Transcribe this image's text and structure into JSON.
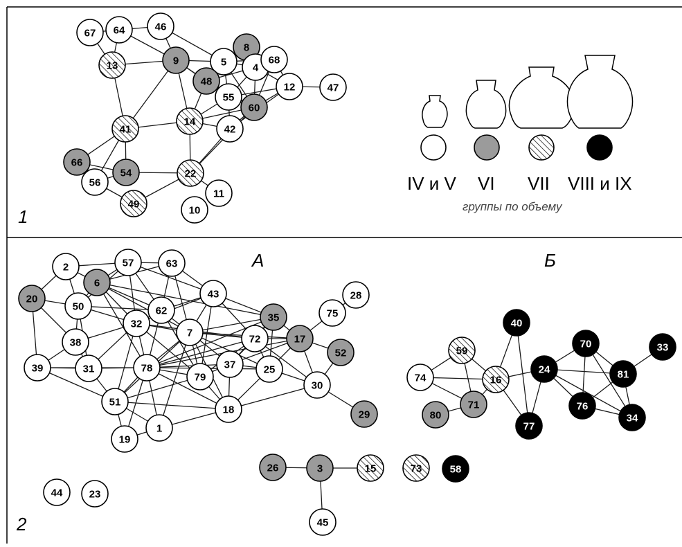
{
  "colors": {
    "white": "#ffffff",
    "gray": "#9b9b9b",
    "black": "#000000",
    "hatch": "#ffffff",
    "stroke": "#000000",
    "edge": "#1a1a1a"
  },
  "panel1": {
    "number": "1",
    "nodes": [
      {
        "id": "67",
        "type": "white"
      },
      {
        "id": "64",
        "type": "white"
      },
      {
        "id": "46",
        "type": "white"
      },
      {
        "id": "8",
        "type": "gray"
      },
      {
        "id": "13",
        "type": "hatch"
      },
      {
        "id": "9",
        "type": "gray"
      },
      {
        "id": "5",
        "type": "white"
      },
      {
        "id": "4",
        "type": "white"
      },
      {
        "id": "68",
        "type": "white"
      },
      {
        "id": "48",
        "type": "gray"
      },
      {
        "id": "55",
        "type": "white"
      },
      {
        "id": "12",
        "type": "white"
      },
      {
        "id": "47",
        "type": "white"
      },
      {
        "id": "60",
        "type": "gray"
      },
      {
        "id": "41",
        "type": "hatch"
      },
      {
        "id": "14",
        "type": "hatch"
      },
      {
        "id": "42",
        "type": "white"
      },
      {
        "id": "66",
        "type": "gray"
      },
      {
        "id": "54",
        "type": "gray"
      },
      {
        "id": "56",
        "type": "white"
      },
      {
        "id": "22",
        "type": "hatch"
      },
      {
        "id": "11",
        "type": "white"
      },
      {
        "id": "49",
        "type": "hatch"
      },
      {
        "id": "10",
        "type": "white"
      }
    ],
    "edges": [
      [
        "67",
        "13"
      ],
      [
        "67",
        "64"
      ],
      [
        "64",
        "46"
      ],
      [
        "64",
        "9"
      ],
      [
        "64",
        "13"
      ],
      [
        "46",
        "9"
      ],
      [
        "46",
        "5"
      ],
      [
        "13",
        "9"
      ],
      [
        "13",
        "41"
      ],
      [
        "9",
        "5"
      ],
      [
        "9",
        "48"
      ],
      [
        "9",
        "41"
      ],
      [
        "9",
        "14"
      ],
      [
        "9",
        "55"
      ],
      [
        "8",
        "5"
      ],
      [
        "8",
        "4"
      ],
      [
        "8",
        "48"
      ],
      [
        "5",
        "4"
      ],
      [
        "5",
        "48"
      ],
      [
        "5",
        "55"
      ],
      [
        "5",
        "60"
      ],
      [
        "5",
        "68"
      ],
      [
        "4",
        "68"
      ],
      [
        "4",
        "55"
      ],
      [
        "4",
        "60"
      ],
      [
        "4",
        "48"
      ],
      [
        "4",
        "12"
      ],
      [
        "68",
        "12"
      ],
      [
        "68",
        "60"
      ],
      [
        "48",
        "55"
      ],
      [
        "48",
        "14"
      ],
      [
        "48",
        "60"
      ],
      [
        "55",
        "60"
      ],
      [
        "55",
        "14"
      ],
      [
        "55",
        "42"
      ],
      [
        "55",
        "12"
      ],
      [
        "60",
        "12"
      ],
      [
        "60",
        "42"
      ],
      [
        "60",
        "14"
      ],
      [
        "60",
        "22"
      ],
      [
        "12",
        "47"
      ],
      [
        "12",
        "42"
      ],
      [
        "41",
        "14"
      ],
      [
        "41",
        "66"
      ],
      [
        "41",
        "56"
      ],
      [
        "41",
        "54"
      ],
      [
        "14",
        "42"
      ],
      [
        "14",
        "22"
      ],
      [
        "42",
        "22"
      ],
      [
        "66",
        "54"
      ],
      [
        "56",
        "54"
      ],
      [
        "56",
        "49"
      ],
      [
        "54",
        "22"
      ],
      [
        "22",
        "49"
      ],
      [
        "22",
        "11"
      ]
    ]
  },
  "legend": {
    "labels": [
      "IV и V",
      "VI",
      "VII",
      "VIII и IX"
    ],
    "types": [
      "white",
      "gray",
      "hatch",
      "black"
    ],
    "caption": "группы по объему"
  },
  "panel2": {
    "number": "2",
    "cluster_a": "А",
    "cluster_b": "Б",
    "nodes": [
      {
        "id": "2",
        "type": "white"
      },
      {
        "id": "57",
        "type": "white"
      },
      {
        "id": "63",
        "type": "white"
      },
      {
        "id": "6",
        "type": "gray"
      },
      {
        "id": "20",
        "type": "gray"
      },
      {
        "id": "50",
        "type": "white"
      },
      {
        "id": "43",
        "type": "white"
      },
      {
        "id": "62",
        "type": "white"
      },
      {
        "id": "32",
        "type": "white"
      },
      {
        "id": "35",
        "type": "gray"
      },
      {
        "id": "7",
        "type": "white"
      },
      {
        "id": "72",
        "type": "white"
      },
      {
        "id": "17",
        "type": "gray"
      },
      {
        "id": "75",
        "type": "white"
      },
      {
        "id": "28",
        "type": "white"
      },
      {
        "id": "38",
        "type": "white"
      },
      {
        "id": "52",
        "type": "gray"
      },
      {
        "id": "39",
        "type": "white"
      },
      {
        "id": "31",
        "type": "white"
      },
      {
        "id": "78",
        "type": "white"
      },
      {
        "id": "37",
        "type": "white"
      },
      {
        "id": "25",
        "type": "white"
      },
      {
        "id": "79",
        "type": "white"
      },
      {
        "id": "30",
        "type": "white"
      },
      {
        "id": "51",
        "type": "white"
      },
      {
        "id": "18",
        "type": "white"
      },
      {
        "id": "29",
        "type": "gray"
      },
      {
        "id": "1",
        "type": "white"
      },
      {
        "id": "19",
        "type": "white"
      },
      {
        "id": "40",
        "type": "black"
      },
      {
        "id": "59",
        "type": "hatch"
      },
      {
        "id": "70",
        "type": "black"
      },
      {
        "id": "33",
        "type": "black"
      },
      {
        "id": "74",
        "type": "white"
      },
      {
        "id": "16",
        "type": "hatch"
      },
      {
        "id": "24",
        "type": "black"
      },
      {
        "id": "81",
        "type": "black"
      },
      {
        "id": "80",
        "type": "gray"
      },
      {
        "id": "71",
        "type": "gray"
      },
      {
        "id": "76",
        "type": "black"
      },
      {
        "id": "34",
        "type": "black"
      },
      {
        "id": "77",
        "type": "black"
      },
      {
        "id": "26",
        "type": "gray"
      },
      {
        "id": "3",
        "type": "gray"
      },
      {
        "id": "15",
        "type": "hatch"
      },
      {
        "id": "73",
        "type": "hatch"
      },
      {
        "id": "58",
        "type": "black"
      },
      {
        "id": "45",
        "type": "white"
      },
      {
        "id": "44",
        "type": "white"
      },
      {
        "id": "23",
        "type": "white"
      }
    ],
    "edges": [
      [
        "2",
        "57"
      ],
      [
        "2",
        "6"
      ],
      [
        "2",
        "20"
      ],
      [
        "2",
        "50"
      ],
      [
        "57",
        "63"
      ],
      [
        "57",
        "6"
      ],
      [
        "57",
        "50"
      ],
      [
        "57",
        "32"
      ],
      [
        "57",
        "62"
      ],
      [
        "57",
        "43"
      ],
      [
        "63",
        "6"
      ],
      [
        "63",
        "62"
      ],
      [
        "63",
        "7"
      ],
      [
        "63",
        "43"
      ],
      [
        "6",
        "50"
      ],
      [
        "6",
        "32"
      ],
      [
        "6",
        "62"
      ],
      [
        "6",
        "7"
      ],
      [
        "6",
        "78"
      ],
      [
        "6",
        "35"
      ],
      [
        "20",
        "50"
      ],
      [
        "20",
        "39"
      ],
      [
        "20",
        "38"
      ],
      [
        "50",
        "32"
      ],
      [
        "50",
        "38"
      ],
      [
        "50",
        "31"
      ],
      [
        "50",
        "62"
      ],
      [
        "43",
        "62"
      ],
      [
        "43",
        "7"
      ],
      [
        "43",
        "35"
      ],
      [
        "43",
        "72"
      ],
      [
        "43",
        "79"
      ],
      [
        "43",
        "32"
      ],
      [
        "62",
        "32"
      ],
      [
        "62",
        "7"
      ],
      [
        "62",
        "78"
      ],
      [
        "62",
        "79"
      ],
      [
        "32",
        "78"
      ],
      [
        "32",
        "7"
      ],
      [
        "32",
        "31"
      ],
      [
        "32",
        "51"
      ],
      [
        "32",
        "38"
      ],
      [
        "32",
        "79"
      ],
      [
        "32",
        "72"
      ],
      [
        "35",
        "72"
      ],
      [
        "35",
        "7"
      ],
      [
        "35",
        "17"
      ],
      [
        "35",
        "37"
      ],
      [
        "35",
        "25"
      ],
      [
        "35",
        "78"
      ],
      [
        "7",
        "72"
      ],
      [
        "7",
        "17"
      ],
      [
        "7",
        "78"
      ],
      [
        "7",
        "79"
      ],
      [
        "7",
        "37"
      ],
      [
        "7",
        "25"
      ],
      [
        "7",
        "18"
      ],
      [
        "7",
        "1"
      ],
      [
        "7",
        "51"
      ],
      [
        "72",
        "17"
      ],
      [
        "72",
        "37"
      ],
      [
        "72",
        "25"
      ],
      [
        "72",
        "79"
      ],
      [
        "72",
        "78"
      ],
      [
        "72",
        "30"
      ],
      [
        "17",
        "75"
      ],
      [
        "17",
        "52"
      ],
      [
        "17",
        "30"
      ],
      [
        "17",
        "25"
      ],
      [
        "17",
        "37"
      ],
      [
        "17",
        "78"
      ],
      [
        "75",
        "28"
      ],
      [
        "38",
        "31"
      ],
      [
        "38",
        "39"
      ],
      [
        "39",
        "31"
      ],
      [
        "39",
        "78"
      ],
      [
        "39",
        "51"
      ],
      [
        "31",
        "78"
      ],
      [
        "31",
        "51"
      ],
      [
        "78",
        "51"
      ],
      [
        "78",
        "79"
      ],
      [
        "78",
        "37"
      ],
      [
        "78",
        "1"
      ],
      [
        "78",
        "19"
      ],
      [
        "78",
        "18"
      ],
      [
        "78",
        "25"
      ],
      [
        "37",
        "79"
      ],
      [
        "37",
        "25"
      ],
      [
        "37",
        "18"
      ],
      [
        "79",
        "18"
      ],
      [
        "79",
        "51"
      ],
      [
        "25",
        "30"
      ],
      [
        "25",
        "18"
      ],
      [
        "30",
        "18"
      ],
      [
        "30",
        "29"
      ],
      [
        "30",
        "52"
      ],
      [
        "51",
        "1"
      ],
      [
        "51",
        "19"
      ],
      [
        "51",
        "18"
      ],
      [
        "1",
        "19"
      ],
      [
        "1",
        "18"
      ],
      [
        "59",
        "74"
      ],
      [
        "59",
        "16"
      ],
      [
        "59",
        "71"
      ],
      [
        "74",
        "16"
      ],
      [
        "74",
        "71"
      ],
      [
        "16",
        "40"
      ],
      [
        "16",
        "77"
      ],
      [
        "16",
        "24"
      ],
      [
        "16",
        "71"
      ],
      [
        "80",
        "71"
      ],
      [
        "40",
        "77"
      ],
      [
        "24",
        "77"
      ],
      [
        "24",
        "70"
      ],
      [
        "24",
        "76"
      ],
      [
        "24",
        "81"
      ],
      [
        "24",
        "34"
      ],
      [
        "70",
        "81"
      ],
      [
        "70",
        "76"
      ],
      [
        "70",
        "34"
      ],
      [
        "81",
        "33"
      ],
      [
        "81",
        "76"
      ],
      [
        "81",
        "34"
      ],
      [
        "76",
        "34"
      ],
      [
        "26",
        "3"
      ],
      [
        "3",
        "15"
      ],
      [
        "3",
        "45"
      ]
    ]
  }
}
